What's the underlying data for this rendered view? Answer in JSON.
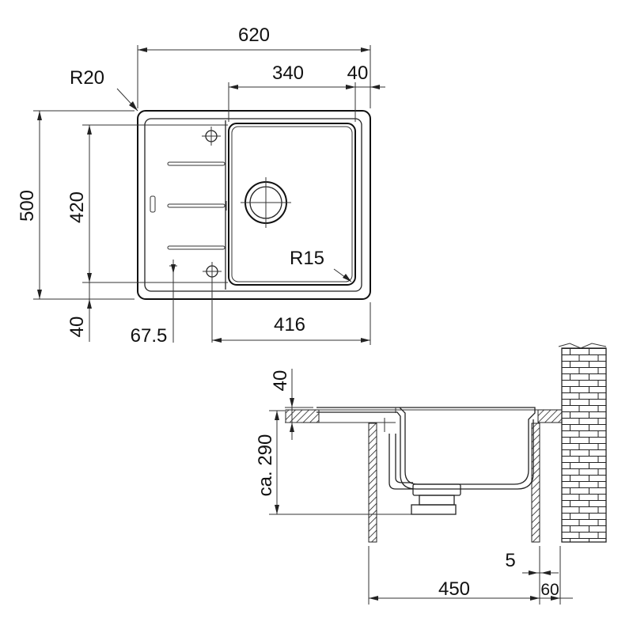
{
  "top_view": {
    "dim_width": "620",
    "dim_bowl_width": "340",
    "dim_right_margin": "40",
    "dim_corner_radius": "R20",
    "dim_height": "500",
    "dim_inner_height": "420",
    "dim_bottom_margin": "40",
    "dim_offset": "67.5",
    "dim_drain_to_edge": "416",
    "dim_bowl_radius": "R15"
  },
  "section_view": {
    "dim_rim": "40",
    "dim_depth": "ca. 290",
    "dim_cabinet_width": "450",
    "dim_gap": "5",
    "dim_wall_offset": "60"
  }
}
